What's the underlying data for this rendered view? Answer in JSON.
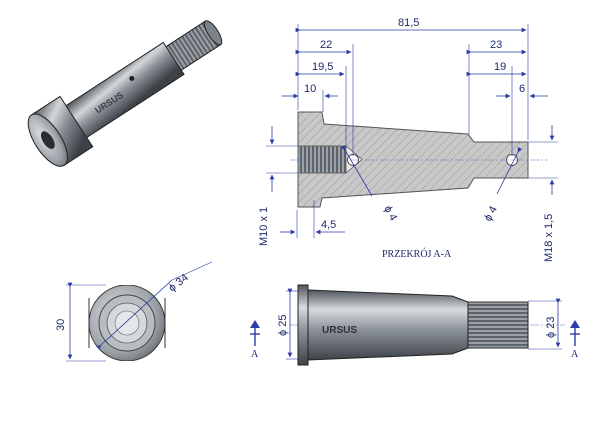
{
  "brand": "URSUS",
  "section_caption": "PRZEKRÓJ A-A",
  "section_marker": "A",
  "dimensions": {
    "overall_length": "81,5",
    "head_to_left_hole": "22",
    "left_hole_center": "19,5",
    "head_thickness": "10",
    "shoulder_to_end": "23",
    "right_hole_center": "19",
    "right_hole_offset": "6",
    "thread_depth": "4,5",
    "left_hole_diameter": "ϕ 4",
    "right_hole_diameter": "ϕ 4",
    "internal_thread": "M10 x 1",
    "external_thread": "M18 x 1,5",
    "end_view_outer_diameter": "ϕ 34",
    "end_view_height": "30",
    "body_diameter": "ϕ 25",
    "shaft_diameter": "ϕ 23"
  },
  "colors": {
    "metal_dark": "#5a6066",
    "metal_light": "#c9ced3",
    "dimension_line": "#2b3aa8",
    "text": "#1e2a6a"
  }
}
